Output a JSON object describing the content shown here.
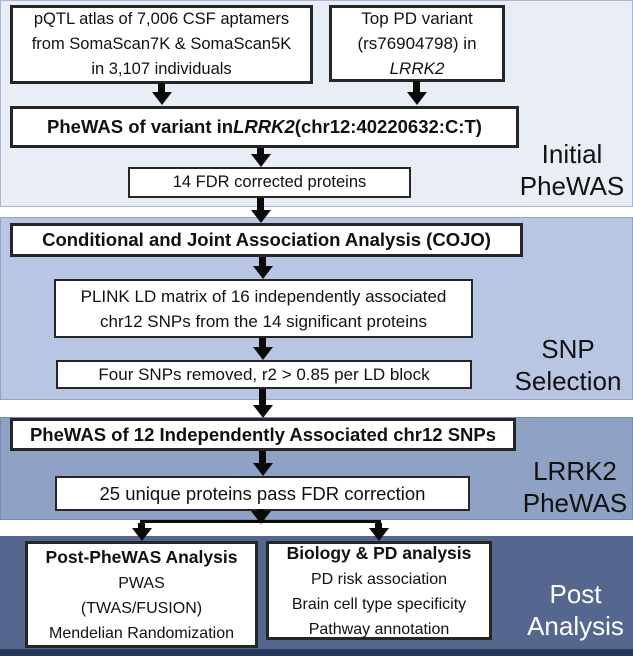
{
  "bands": [
    {
      "label": "Initial PheWAS"
    },
    {
      "label": "SNP Selection"
    },
    {
      "label": "LRRK2 PheWAS"
    },
    {
      "label": "Post Analysis"
    }
  ],
  "boxes": {
    "pqtl": {
      "lines": [
        "pQTL atlas of 7,006 CSF aptamers",
        "from SomaScan7K & SomaScan5K",
        "in 3,107 individuals"
      ]
    },
    "top_pd": {
      "line1": "Top PD variant",
      "line2": "(rs76904798) in",
      "gene": "LRRK2"
    },
    "phewas_variant": {
      "pre": "PheWAS of variant in ",
      "gene": "LRRK2",
      "post": " (chr12:40220632:C:T)"
    },
    "fdr14": {
      "text": "14 FDR corrected proteins"
    },
    "cojo": {
      "text": "Conditional and Joint Association Analysis (COJO)"
    },
    "plink": {
      "lines": [
        "PLINK LD matrix of 16 independently associated",
        "chr12 SNPs from the 14 significant proteins"
      ]
    },
    "four_snps": {
      "text": "Four SNPs removed, r2 > 0.85 per LD block"
    },
    "phewas12": {
      "text": "PheWAS of 12 Independently Associated chr12 SNPs"
    },
    "unique25": {
      "text": "25 unique proteins pass FDR correction"
    },
    "post_phewas": {
      "title": "Post-PheWAS Analysis",
      "lines": [
        "PWAS",
        "(TWAS/FUSION)",
        "Mendelian Randomization"
      ]
    },
    "biology": {
      "title": "Biology & PD analysis",
      "lines": [
        "PD risk association",
        "Brain cell type specificity",
        "Pathway annotation"
      ]
    }
  },
  "colors": {
    "band1": "#e9edf6",
    "band2": "#b8c6e3",
    "band3": "#8fa2c5",
    "band4": "#55678e",
    "band4edge": "#263a5e",
    "boxborder": "#262626",
    "arrow": "#0a0a0a",
    "labeldark": "#111111",
    "labellight": "#ffffff"
  }
}
